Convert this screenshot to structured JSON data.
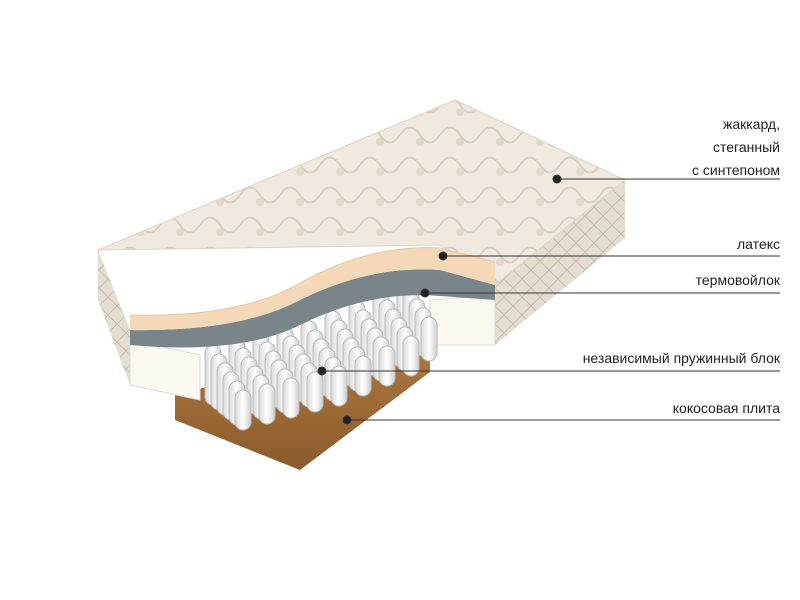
{
  "labels": {
    "cover_line1": "жаккард,",
    "cover_line2": "стеганный",
    "cover_line3": "с синтепоном",
    "latex": "латекс",
    "felt": "термовойлок",
    "springs": "независимый пружинный блок",
    "coconut": "кокосовая плита"
  },
  "colors": {
    "cover": "#ece6dc",
    "latex": "#f4d9b8",
    "felt": "#7a858a",
    "coconut": "#a5713a",
    "leader": "#333333"
  }
}
